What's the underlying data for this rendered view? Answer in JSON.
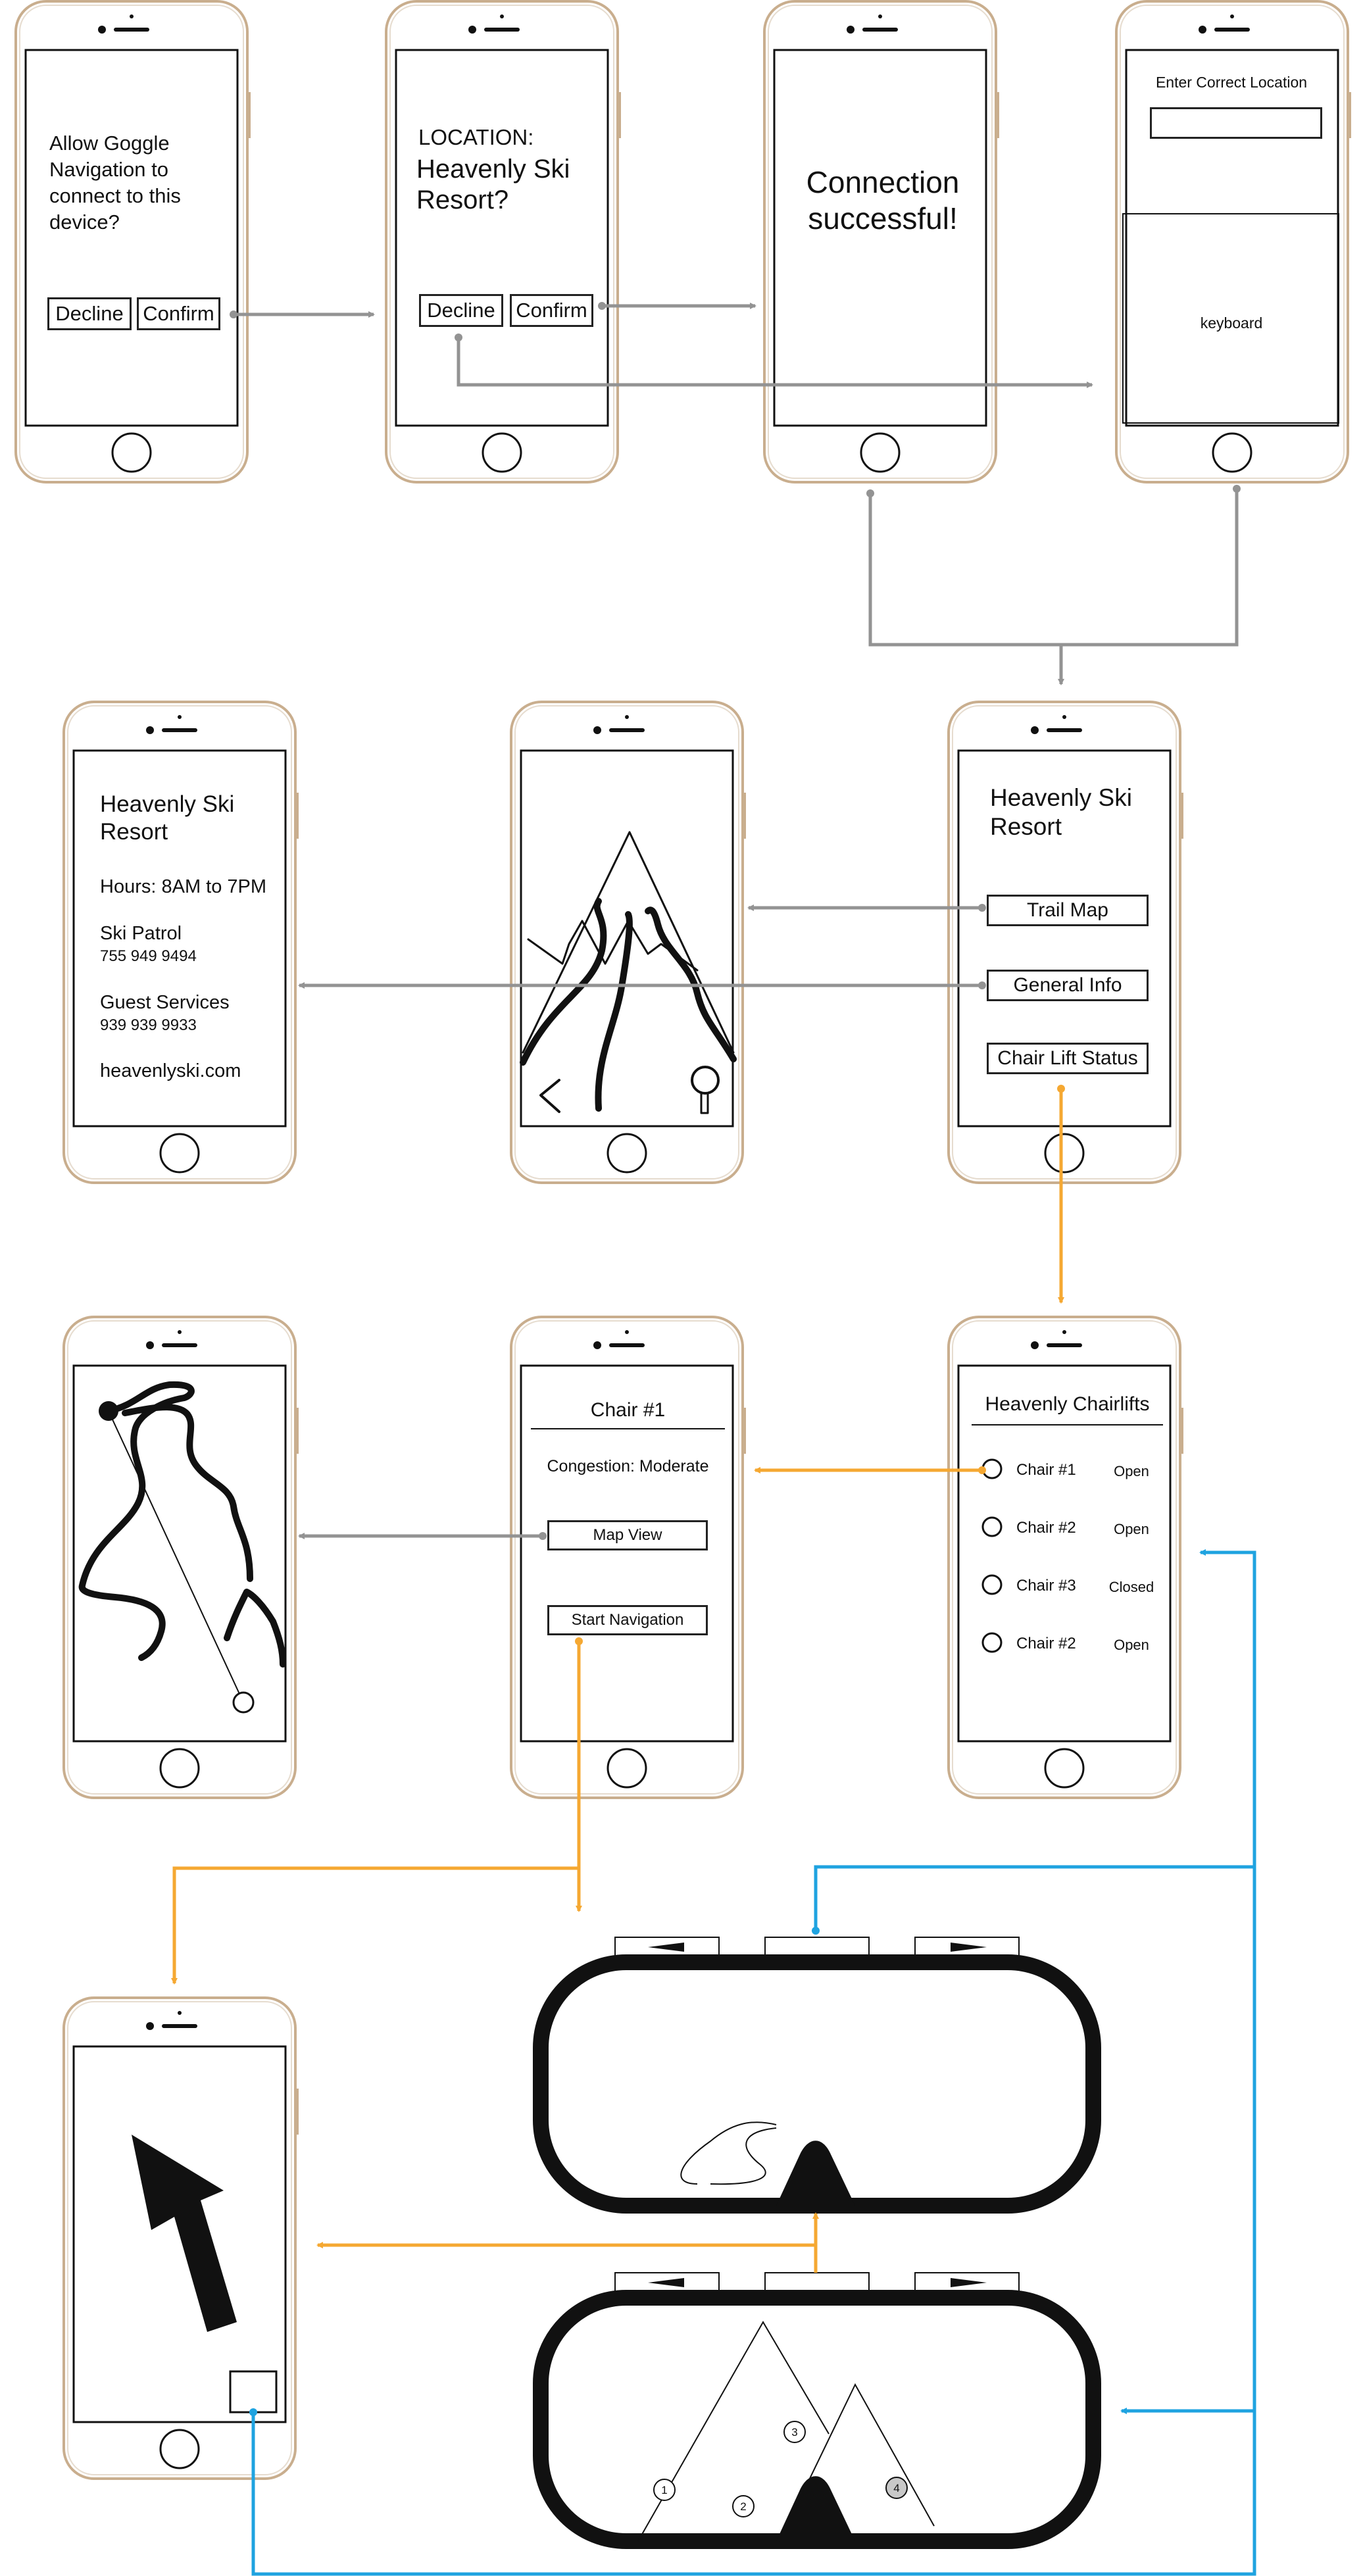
{
  "screen1": {
    "prompt": [
      "Allow Goggle",
      "Navigation to",
      "connect to this",
      "device?"
    ],
    "decline": "Decline",
    "confirm": "Confirm"
  },
  "screen2": {
    "label": "LOCATION:",
    "place": [
      "Heavenly Ski",
      "Resort?"
    ],
    "decline": "Decline",
    "confirm": "Confirm"
  },
  "screen3": {
    "message": [
      "Connection",
      "successful!"
    ]
  },
  "screen4": {
    "title": "Enter Correct Location",
    "keyboard": "keyboard"
  },
  "info": {
    "title": [
      "Heavenly Ski",
      "Resort"
    ],
    "hours": "Hours: 8AM to 7PM",
    "patrol_label": "Ski Patrol",
    "patrol_phone": "755 949 9494",
    "guest_label": "Guest Services",
    "guest_phone": "939 939 9933",
    "website": "heavenlyski.com"
  },
  "resort": {
    "title": [
      "Heavenly Ski",
      "Resort"
    ],
    "trail_map": "Trail Map",
    "general_info": "General Info",
    "chair_status": "Chair Lift Status"
  },
  "chairs": {
    "title": "Heavenly Chairlifts",
    "rows": [
      {
        "name": "Chair #1",
        "status": "Open"
      },
      {
        "name": "Chair #2",
        "status": "Open"
      },
      {
        "name": "Chair #3",
        "status": "Closed"
      },
      {
        "name": "Chair #2",
        "status": "Open"
      }
    ]
  },
  "chair_detail": {
    "title": "Chair #1",
    "congestion": "Congestion: Moderate",
    "map_view": "Map View",
    "start_nav": "Start Navigation"
  },
  "goggle_lower": {
    "markers": [
      "1",
      "2",
      "3",
      "4"
    ]
  },
  "colors": {
    "gray_arrow": "#939393",
    "orange_arrow": "#f5a832",
    "blue_arrow": "#1fa3e0",
    "phone_rim": "#c9ae8e"
  }
}
